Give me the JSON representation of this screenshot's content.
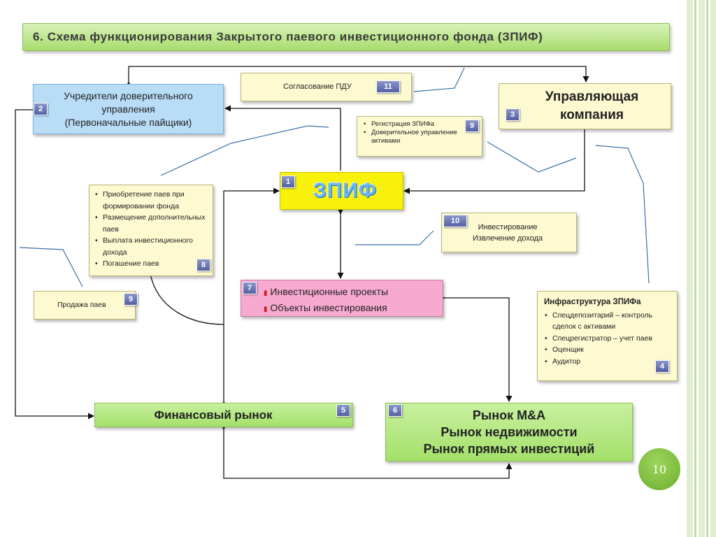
{
  "title": "6.  Схема функционирования Закрытого паевого инвестиционного фонда (ЗПИФ)",
  "nodes": {
    "founders": {
      "num": "2",
      "lines": [
        "Учредители доверительного",
        "управления",
        "(Первоначальные пайщики)"
      ]
    },
    "approval": {
      "num": "11",
      "text": "Согласование ПДУ"
    },
    "management": {
      "num": "3",
      "lines": [
        "Управляющая",
        "компания"
      ]
    },
    "registration": {
      "num": "9",
      "items": [
        "Регистрация ЗПИФа",
        "Доверительное управление активами"
      ]
    },
    "zpif": {
      "num": "1",
      "text": "ЗПИФ"
    },
    "shares": {
      "num": "8",
      "items": [
        "Приобретение паев при формировании фонда",
        "Размещение дополнительных паев",
        "Выплата инвестиционного дохода",
        "Погашение паев"
      ]
    },
    "investing": {
      "num": "10",
      "lines": [
        "Инвестирование",
        "Извлечение дохода"
      ]
    },
    "sale": {
      "num": "9",
      "text": "Продажа паев"
    },
    "projects": {
      "num": "7",
      "items": [
        "Инвестиционные проекты",
        "Объекты инвестирования"
      ]
    },
    "infrastructure": {
      "num": "4",
      "title": "Инфраструктура ЗПИФа",
      "items": [
        "Спецдепозитарий – контроль сделок с активами",
        "Спецрегистратор – учет паев",
        "Оценщик",
        "Аудитор"
      ]
    },
    "financial_market": {
      "num": "5",
      "text": "Финансовый рынок"
    },
    "markets": {
      "num": "6",
      "lines": [
        "Рынок M&A",
        "Рынок недвижимости",
        "Рынок прямых инвестиций"
      ]
    }
  },
  "page_number": "10",
  "colors": {
    "title_green": "#a8dc6d",
    "box_yellow": "#fdf9d0",
    "box_blue": "#b9dcf7",
    "zpif_yellow": "#f7f10b",
    "box_pink": "#f7a9d0",
    "box_green": "#a4e06a",
    "badge": "#5360a2",
    "bullet_red": "#d01c1c",
    "zpif_text": "#6ab7f0"
  }
}
